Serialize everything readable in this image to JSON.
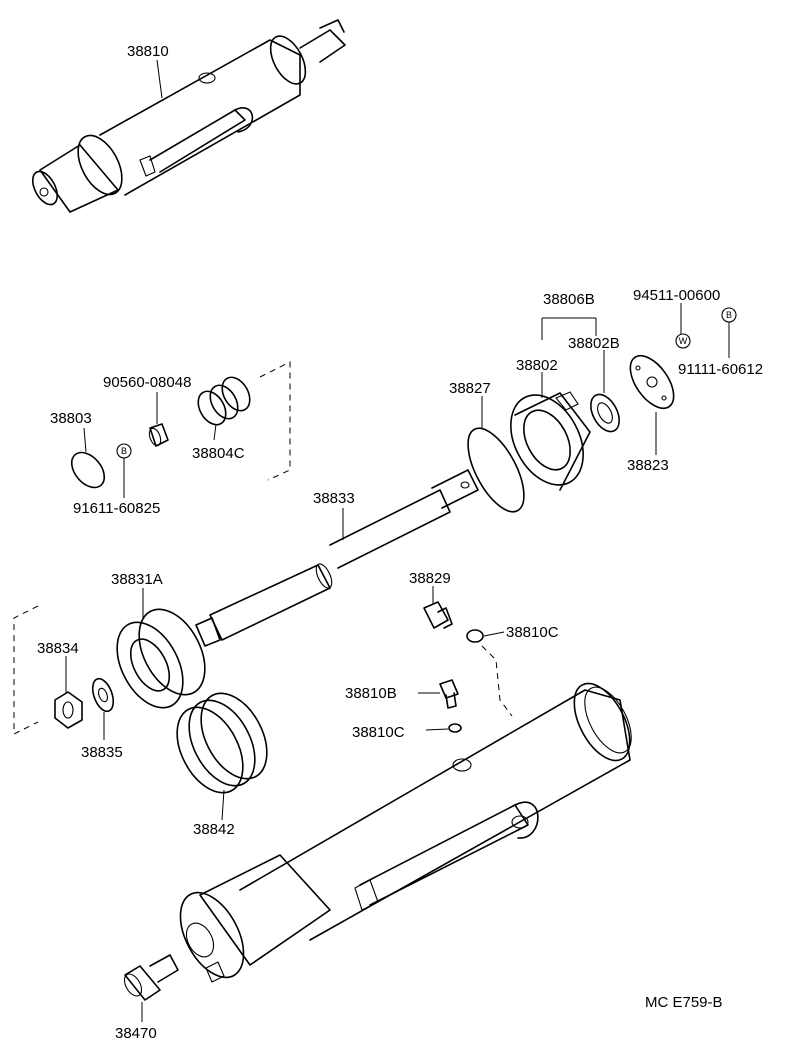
{
  "diagram": {
    "labels": [
      {
        "id": "l38810",
        "text": "38810"
      },
      {
        "id": "l38806B",
        "text": "38806B"
      },
      {
        "id": "l94511",
        "text": "94511-00600"
      },
      {
        "id": "l38802B",
        "text": "38802B"
      },
      {
        "id": "l38802",
        "text": "38802"
      },
      {
        "id": "l91111",
        "text": "91111-60612"
      },
      {
        "id": "l90560",
        "text": "90560-08048"
      },
      {
        "id": "l38827",
        "text": "38827"
      },
      {
        "id": "l38803",
        "text": "38803"
      },
      {
        "id": "l38804C",
        "text": "38804C"
      },
      {
        "id": "l38823",
        "text": "38823"
      },
      {
        "id": "l91611",
        "text": "91611-60825"
      },
      {
        "id": "l38833",
        "text": "38833"
      },
      {
        "id": "l38831A",
        "text": "38831A"
      },
      {
        "id": "l38829",
        "text": "38829"
      },
      {
        "id": "l38810C_a",
        "text": "38810C"
      },
      {
        "id": "l38834",
        "text": "38834"
      },
      {
        "id": "l38810B",
        "text": "38810B"
      },
      {
        "id": "l38810C_b",
        "text": "38810C"
      },
      {
        "id": "l38835",
        "text": "38835"
      },
      {
        "id": "l38842",
        "text": "38842"
      },
      {
        "id": "l38470",
        "text": "38470"
      },
      {
        "id": "lcode",
        "text": "MC E759-B"
      }
    ],
    "symbols": {
      "b_symbol": "B",
      "w_symbol": "W"
    }
  }
}
